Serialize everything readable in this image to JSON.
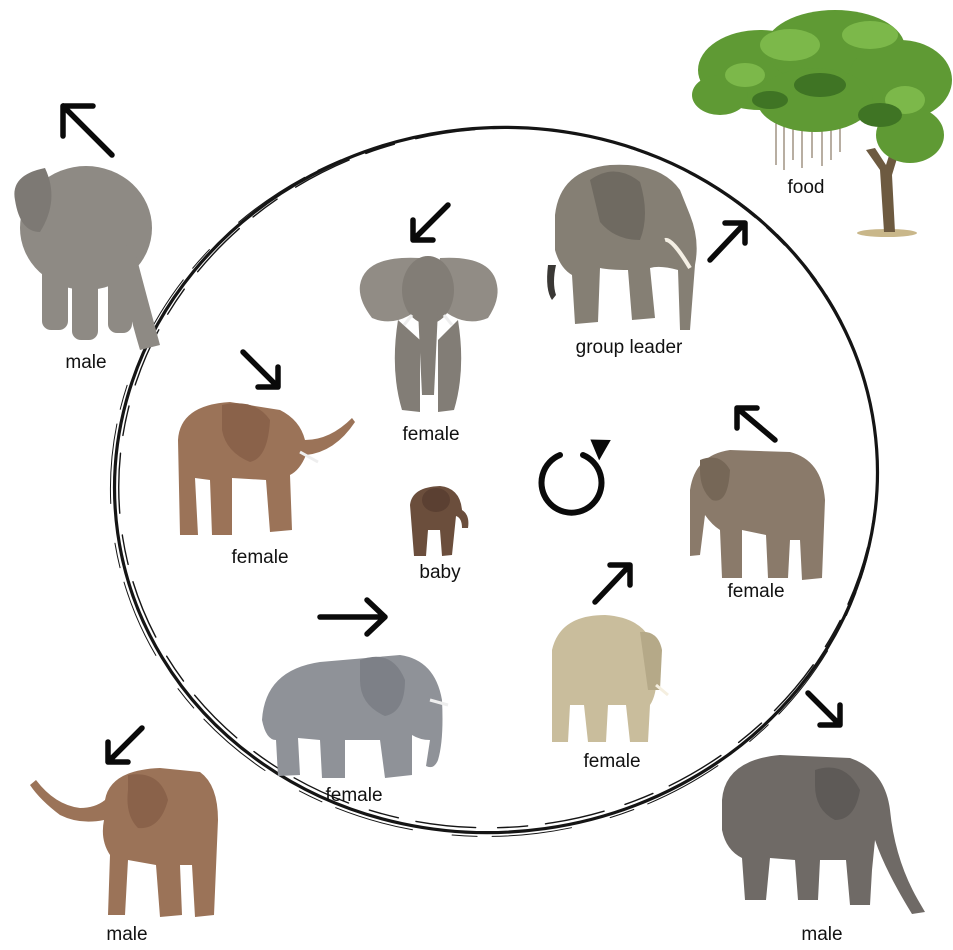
{
  "diagram": {
    "colors": {
      "ring": "#151515",
      "arrow": "#0a0a0a",
      "elephant_gray": "#8e8a84",
      "elephant_brown": "#9b7358",
      "elephant_blue_gray": "#8f9298",
      "elephant_sand": "#c9bd9c",
      "tree_leaf": "#5f9a34",
      "tree_trunk": "#6d5a40"
    },
    "labels": {
      "food": "food",
      "group_leader": "group leader",
      "female_top": "female",
      "female_left": "female",
      "baby": "baby",
      "female_right": "female",
      "female_bottom_left": "female",
      "female_bottom_right": "female",
      "male_top_left": "male",
      "male_bottom_left": "male",
      "male_bottom_right": "male"
    },
    "icons": {
      "rotation": "counterclockwise-rotation-icon",
      "direction_arrows": "arrow-icon"
    }
  }
}
